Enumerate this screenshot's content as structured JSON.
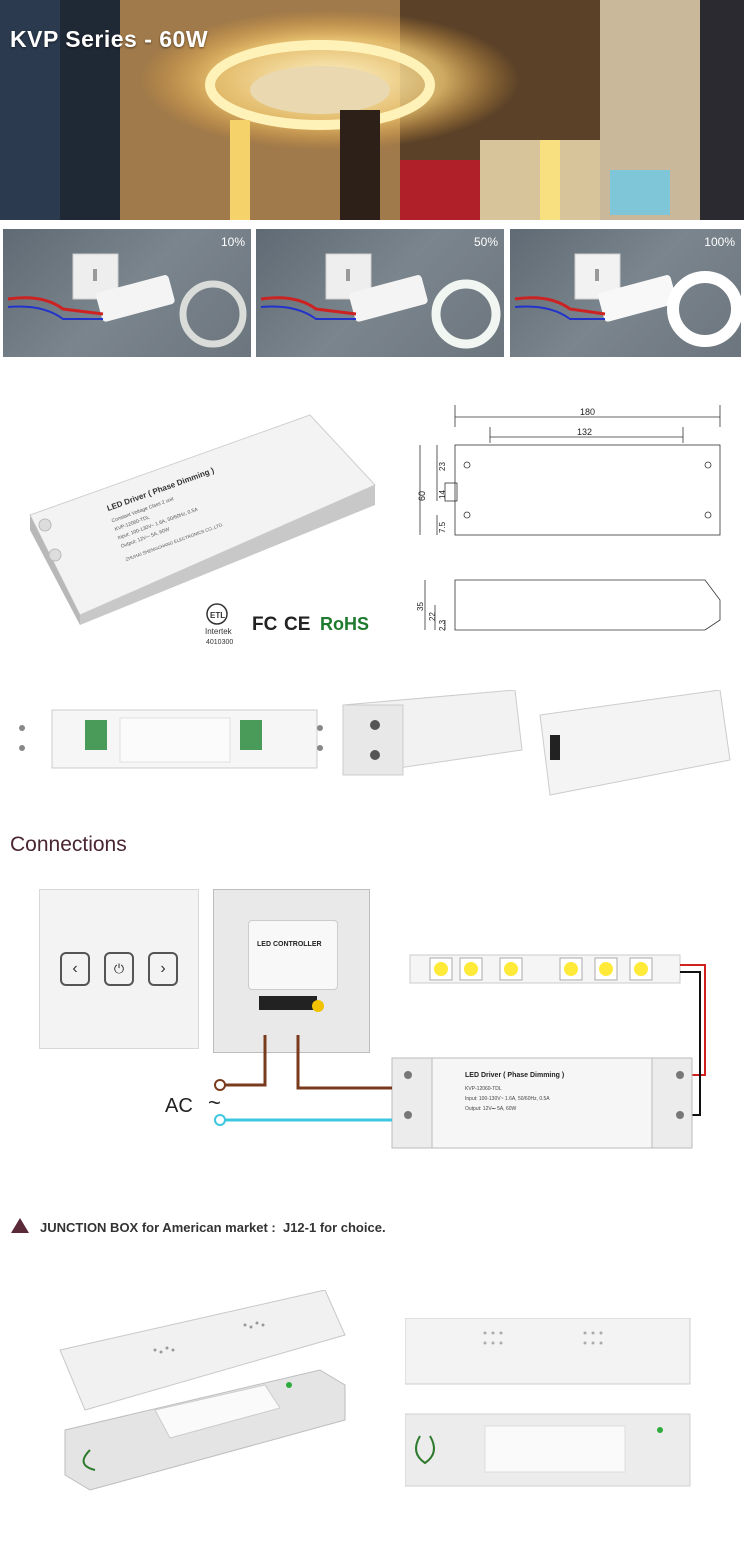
{
  "hero": {
    "title": "KVP Series - 60W"
  },
  "dimming": [
    {
      "level": "10%"
    },
    {
      "level": "50%"
    },
    {
      "level": "100%"
    }
  ],
  "driver_label": {
    "title": "LED Driver ( Phase Dimming )",
    "model": "KVP-12060-TDL",
    "input": "Input: 100-130V~ 1.6A, 50/60Hz, 0.5A",
    "output": "Output: 12V⎓ 5A, 60W",
    "constant": "Constant Voltage Class 2 unit",
    "maker": "ZHUHAI SHENGCHANG ELECTRONICS CO.,LTD."
  },
  "certs": {
    "etl_sub": "Intertek",
    "etl_num": "4010300",
    "fc": "FC",
    "ce": "CE",
    "rohs": "RoHS"
  },
  "dimensions": {
    "length": "180",
    "mount": "132",
    "width": "60",
    "d23": "23",
    "d14": "14",
    "d75": "7.5",
    "height": "35",
    "d22": "22",
    "d23b": "2.3"
  },
  "connections": {
    "title": "Connections",
    "controller_title": "LED CONTROLLER",
    "ac_label": "AC",
    "ac_symbol": "~"
  },
  "junction": {
    "title": "JUNCTION BOX for American market :  J12-1 for choice."
  },
  "colors": {
    "accent": "#4a2630",
    "wire_brown": "#7a3a1e",
    "wire_blue": "#3ec8e0",
    "wire_red": "#d02020"
  }
}
